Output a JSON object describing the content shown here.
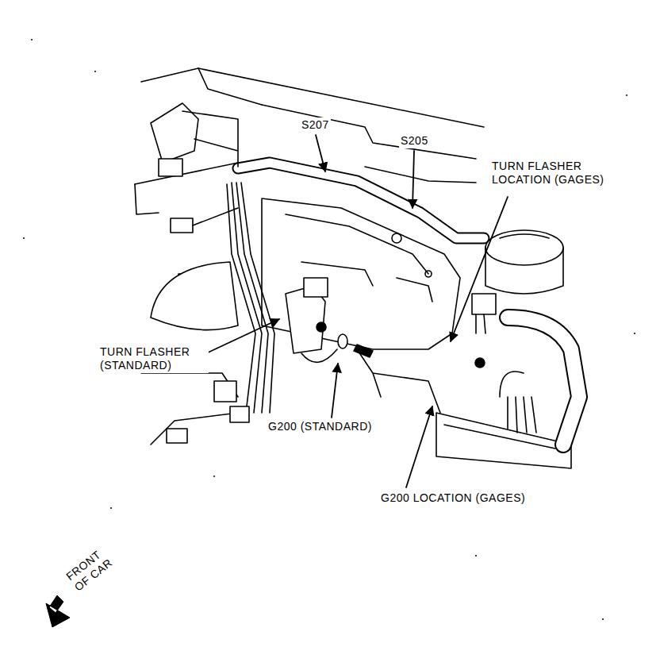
{
  "diagram": {
    "labels": [
      "S207",
      "S205",
      "TURN FLASHER LOCATION (GAGES)",
      "TURN FLASHER (STANDARD)",
      "G200 (STANDARD)",
      "G200 LOCATION (GAGES)",
      "FRONT OF CAR"
    ]
  }
}
